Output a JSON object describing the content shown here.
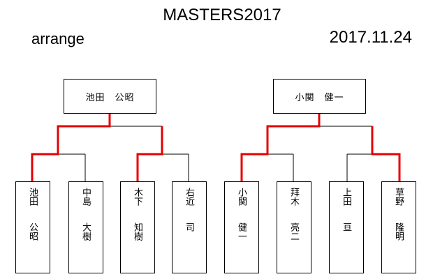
{
  "header": {
    "title": "MASTERS2017",
    "subtitle": "arrange",
    "date": "2017.11.24"
  },
  "colors": {
    "line": "#000000",
    "winner_path": "#e60000"
  },
  "brackets": [
    {
      "winner": "池田　公昭",
      "players": [
        {
          "surname": "池田",
          "given": "公昭"
        },
        {
          "surname": "中島",
          "given": "大樹"
        },
        {
          "surname": "木下",
          "given": "知樹"
        },
        {
          "surname": "右近",
          "given": "司"
        }
      ]
    },
    {
      "winner": "小関　健一",
      "players": [
        {
          "surname": "小関",
          "given": "健一"
        },
        {
          "surname": "拜木",
          "given": "亮二"
        },
        {
          "surname": "上田",
          "given": "亘"
        },
        {
          "surname": "草野",
          "given": "隆明"
        }
      ]
    }
  ]
}
